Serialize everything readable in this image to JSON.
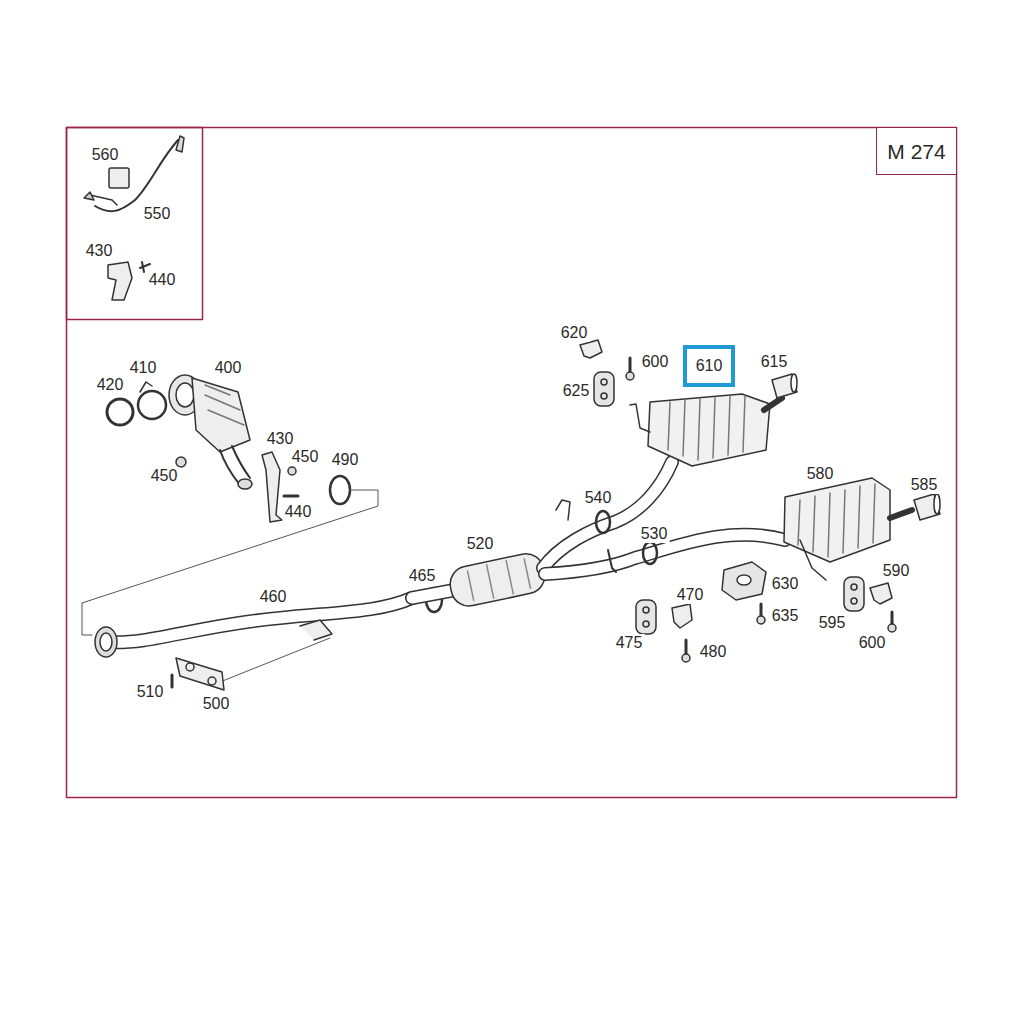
{
  "diagram": {
    "nodes": [
      {
        "text": [
          "M 274"
        ]
      },
      {
        "text": [
          "610"
        ]
      }
    ],
    "labels": [
      "560",
      "550",
      "430",
      "440",
      "620",
      "600",
      "615",
      "625",
      "400",
      "410",
      "420",
      "430",
      "450",
      "490",
      "450",
      "440",
      "580",
      "585",
      "540",
      "520",
      "530",
      "590",
      "465",
      "630",
      "470",
      "460",
      "635",
      "595",
      "475",
      "600",
      "480",
      "510",
      "500"
    ]
  }
}
